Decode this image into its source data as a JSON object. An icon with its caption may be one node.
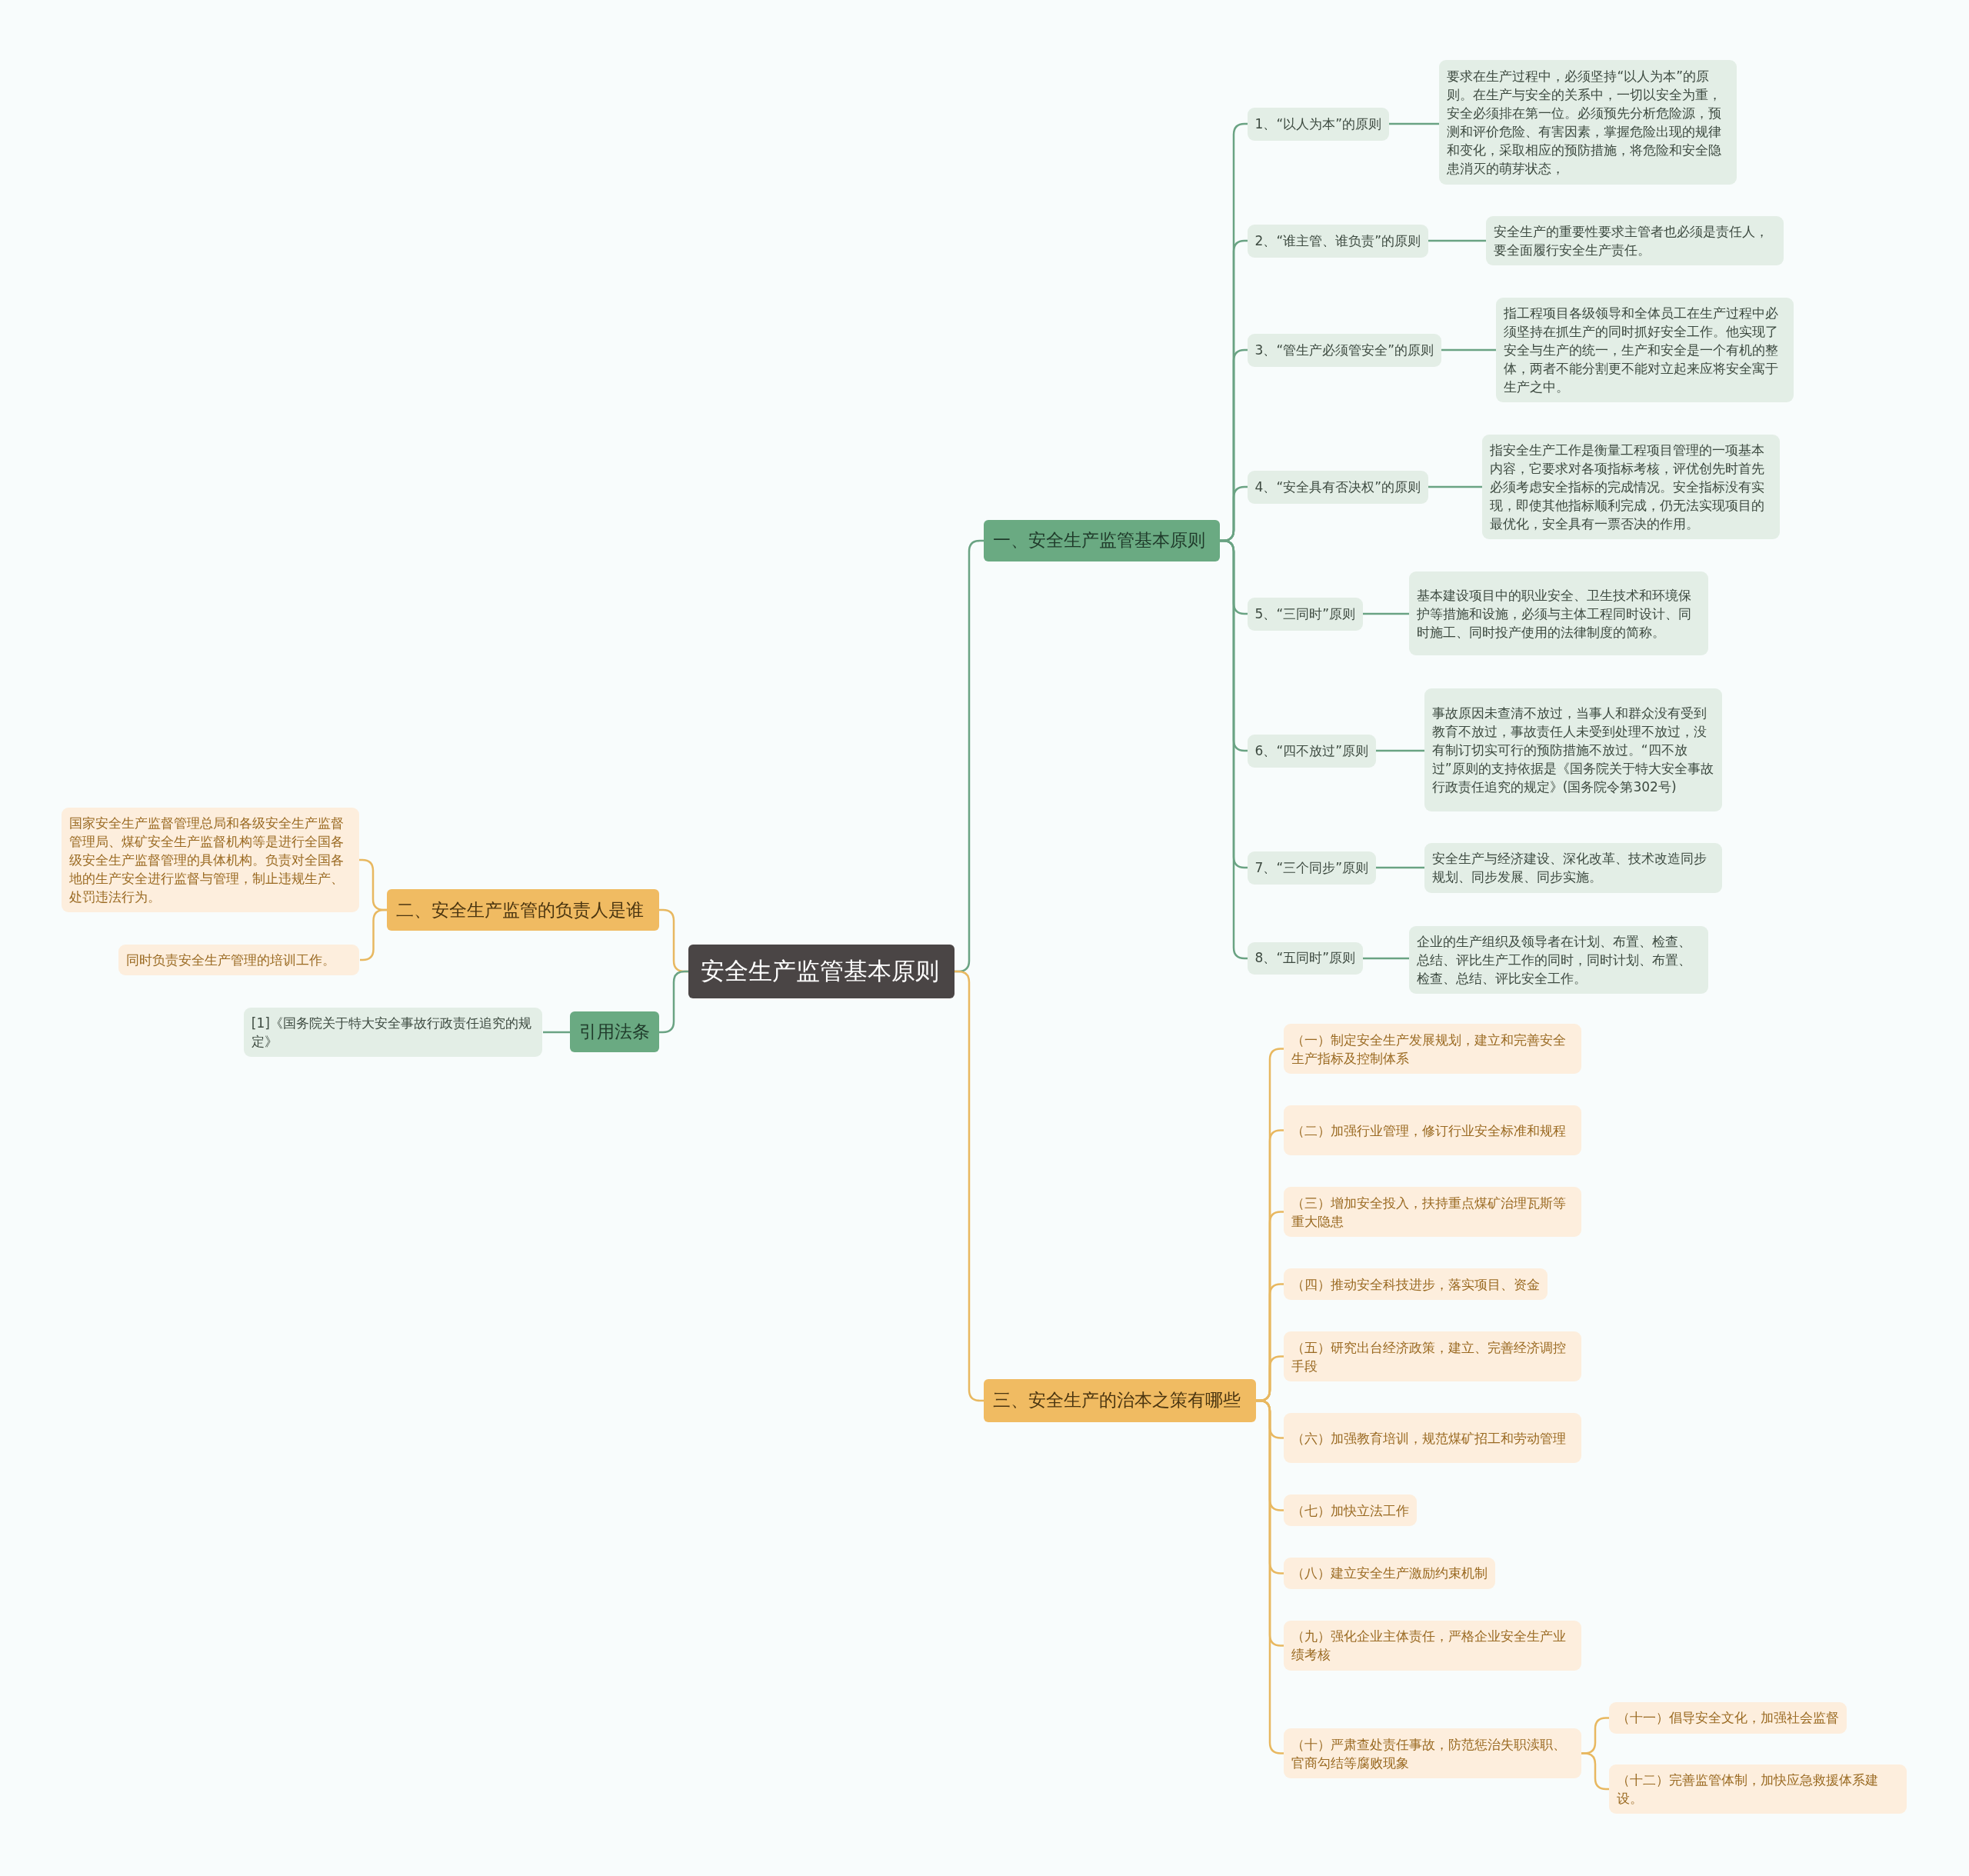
{
  "diagram": {
    "nodes": [
      {
        "text": [
          "安全生产监管基本原则"
        ]
      },
      {
        "text": [
          "一、安全生产监管基本原则"
        ]
      },
      {
        "text": [
          "1、“以人为本”的原则"
        ]
      },
      {
        "text": [
          "要求在生产过程中，必须坚持“以人为本”的原则。在生产与安全的关系中，一切以安全为重，安全必须排在第一位。必须预先分析危险源，预测和评价危险、有害因素，掌握危险出现的规律和变化，采取相应的预防措施，将危险和安全隐患消灭的萌芽状态，"
        ]
      },
      {
        "text": [
          "2、“谁主管、谁负责”的原则"
        ]
      },
      {
        "text": [
          "安全生产的重要性要求主管者也必须是责任人，要全面履行安全生产责任。"
        ]
      },
      {
        "text": [
          "3、“管生产必须管安全”的原则"
        ]
      },
      {
        "text": [
          "指工程项目各级领导和全体员工在生产过程中必须坚持在抓生产的同时抓好安全工作。他实现了安全与生产的统一，生产和安全是一个有机的整体，两者不能分割更不能对立起来应将安全寓于生产之中。"
        ]
      },
      {
        "text": [
          "4、“安全具有否决权”的原则"
        ]
      },
      {
        "text": [
          "指安全生产工作是衡量工程项目管理的一项基本内容，它要求对各项指标考核，评优创先时首先必须考虑安全指标的完成情况。安全指标没有实现，即使其他指标顺利完成，仍无法实现项目的最优化，安全具有一票否决的作用。"
        ]
      },
      {
        "text": [
          "5、“三同时”原则"
        ]
      },
      {
        "text": [
          "基本建设项目中的职业安全、卫生技术和环境保护等措施和设施，必须与主体工程同时设计、同时施工、同时投产使用的法律制度的简称。"
        ]
      },
      {
        "text": [
          "6、“四不放过”原则"
        ]
      },
      {
        "text": [
          "事故原因未查清不放过，当事人和群众没有受到教育不放过，事故责任人未受到处理不放过，没有制订切实可行的预防措施不放过。“四不放过”原则的支持依据是《国务院关于特大安全事故行政责任追究的规定》(国务院令第302号)"
        ]
      },
      {
        "text": [
          "7、“三个同步”原则"
        ]
      },
      {
        "text": [
          "安全生产与经济建设、深化改革、技术改造同步规划、同步发展、同步实施。"
        ]
      },
      {
        "text": [
          "8、“五同时”原则"
        ]
      },
      {
        "text": [
          "企业的生产组织及领导者在计划、布置、检查、总结、评比生产工作的同时，同时计划、布置、检查、总结、评比安全工作。"
        ]
      },
      {
        "text": [
          "二、安全生产监管的负责人是谁"
        ]
      },
      {
        "text": [
          "国家安全生产监督管理总局和各级安全生产监督管理局、煤矿安全生产监督机构等是进行全国各级安全生产监督管理的具体机构。负责对全国各地的生产安全进行监督与管理，制止违规生产、处罚违法行为。"
        ]
      },
      {
        "text": [
          "同时负责安全生产管理的培训工作。"
        ]
      },
      {
        "text": [
          "引用法条"
        ]
      },
      {
        "text": [
          "[1]《国务院关于特大安全事故行政责任追究的规定》"
        ]
      },
      {
        "text": [
          "三、安全生产的治本之策有哪些"
        ]
      },
      {
        "text": [
          "（一）制定安全生产发展规划，建立和完善安全生产指标及控制体系"
        ]
      },
      {
        "text": [
          "（二）加强行业管理，修订行业安全标准和规程"
        ]
      },
      {
        "text": [
          "（三）增加安全投入，扶持重点煤矿治理瓦斯等重大隐患"
        ]
      },
      {
        "text": [
          "（四）推动安全科技进步，落实项目、资金"
        ]
      },
      {
        "text": [
          "（五）研究出台经济政策，建立、完善经济调控手段"
        ]
      },
      {
        "text": [
          "（六）加强教育培训，规范煤矿招工和劳动管理"
        ]
      },
      {
        "text": [
          "（七）加快立法工作"
        ]
      },
      {
        "text": [
          "（八）建立安全生产激励约束机制"
        ]
      },
      {
        "text": [
          "（九）强化企业主体责任，严格企业安全生产业绩考核"
        ]
      },
      {
        "text": [
          "（十）严肃查处责任事故，防范惩治失职渎职、官商勾结等腐败现象"
        ]
      },
      {
        "text": [
          "（十一）倡导安全文化，加强社会监督"
        ]
      },
      {
        "text": [
          "（十二）完善监管体制，加快应急救援体系建设。"
        ]
      }
    ],
    "edges": [
      {
        "from": 0,
        "to": 1,
        "arrow": "none"
      },
      {
        "from": 1,
        "to": 2,
        "arrow": "none"
      },
      {
        "from": 2,
        "to": 3,
        "arrow": "none"
      },
      {
        "from": 1,
        "to": 4,
        "arrow": "none"
      },
      {
        "from": 4,
        "to": 5,
        "arrow": "none"
      },
      {
        "from": 1,
        "to": 6,
        "arrow": "none"
      },
      {
        "from": 6,
        "to": 7,
        "arrow": "none"
      },
      {
        "from": 1,
        "to": 8,
        "arrow": "none"
      },
      {
        "from": 8,
        "to": 9,
        "arrow": "none"
      },
      {
        "from": 1,
        "to": 10,
        "arrow": "none"
      },
      {
        "from": 10,
        "to": 11,
        "arrow": "none"
      },
      {
        "from": 1,
        "to": 12,
        "arrow": "none"
      },
      {
        "from": 12,
        "to": 13,
        "arrow": "none"
      },
      {
        "from": 1,
        "to": 14,
        "arrow": "none"
      },
      {
        "from": 14,
        "to": 15,
        "arrow": "none"
      },
      {
        "from": 1,
        "to": 16,
        "arrow": "none"
      },
      {
        "from": 16,
        "to": 17,
        "arrow": "none"
      },
      {
        "from": 0,
        "to": 18,
        "arrow": "none",
        "color": "#e8b860"
      },
      {
        "from": 18,
        "to": 19,
        "arrow": "none",
        "color": "#e8b860"
      },
      {
        "from": 18,
        "to": 20,
        "arrow": "none",
        "color": "#e8b860"
      },
      {
        "from": 0,
        "to": 21,
        "arrow": "none"
      },
      {
        "from": 21,
        "to": 22,
        "arrow": "none"
      },
      {
        "from": 0,
        "to": 23,
        "arrow": "none",
        "color": "#e8b860"
      },
      {
        "from": 23,
        "to": 24,
        "arrow": "none",
        "color": "#e8b860"
      },
      {
        "from": 23,
        "to": 25,
        "arrow": "none",
        "color": "#e8b860"
      },
      {
        "from": 23,
        "to": 26,
        "arrow": "none",
        "color": "#e8b860"
      },
      {
        "from": 23,
        "to": 27,
        "arrow": "none",
        "color": "#e8b860"
      },
      {
        "from": 23,
        "to": 28,
        "arrow": "none",
        "color": "#e8b860"
      },
      {
        "from": 23,
        "to": 29,
        "arrow": "none",
        "color": "#e8b860"
      },
      {
        "from": 23,
        "to": 30,
        "arrow": "none",
        "color": "#e8b860"
      },
      {
        "from": 23,
        "to": 31,
        "arrow": "none",
        "color": "#e8b860"
      },
      {
        "from": 23,
        "to": 32,
        "arrow": "none",
        "color": "#e8b860"
      },
      {
        "from": 23,
        "to": 33,
        "arrow": "none",
        "color": "#e8b860"
      },
      {
        "from": 33,
        "to": 34,
        "arrow": "none",
        "color": "#e8b860"
      },
      {
        "from": 33,
        "to": 35,
        "arrow": "none",
        "color": "#e8b860"
      }
    ]
  }
}
